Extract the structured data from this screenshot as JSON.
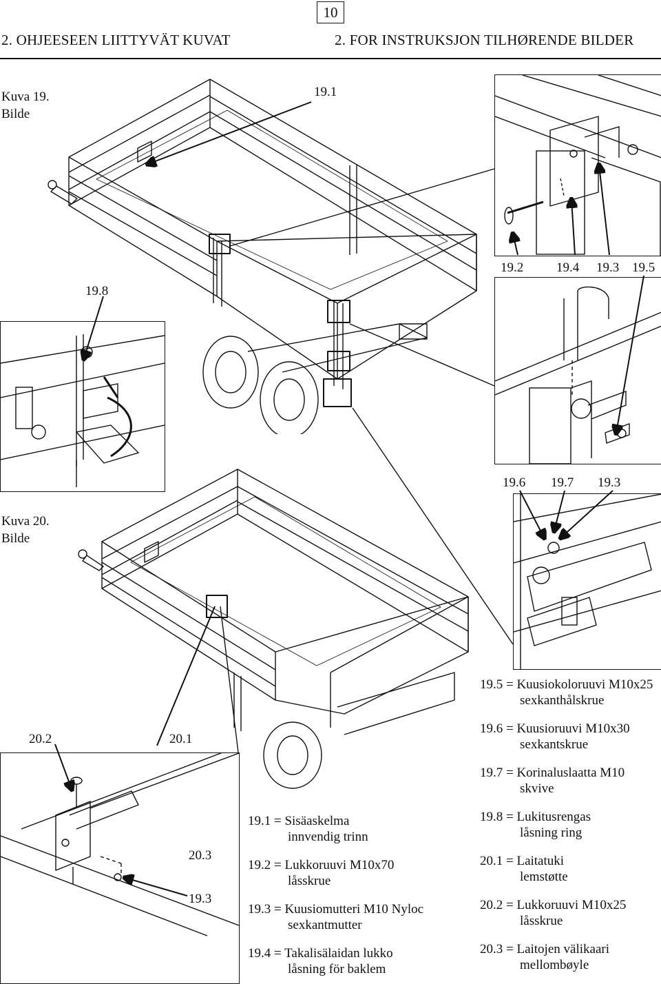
{
  "page_number": "10",
  "headings": {
    "left": "2. OHJEESEEN LIITTYVÄT KUVAT",
    "right": "2. FOR INSTRUKSJON TILHØRENDE BILDER"
  },
  "figure19": {
    "label_fi": "Kuva 19.",
    "label_no": "Bilde"
  },
  "figure20": {
    "label_fi": "Kuva 20.",
    "label_no": "Bilde"
  },
  "callouts": {
    "c19_1": "19.1",
    "c19_8": "19.8",
    "c19_2": "19.2",
    "c19_4": "19.4",
    "c19_3a": "19.3",
    "c19_5": "19.5",
    "c19_6": "19.6",
    "c19_7": "19.7",
    "c19_3b": "19.3",
    "c20_2": "20.2",
    "c20_1": "20.1",
    "c20_3": "20.3",
    "c19_3c": "19.3"
  },
  "legend_left": [
    {
      "main": "19.1 = Sisäaskelma",
      "sub": "innvendig trinn"
    },
    {
      "main": "19.2 = Lukkoruuvi M10x70",
      "sub": "låsskrue"
    },
    {
      "main": "19.3 = Kuusiomutteri M10 Nyloc",
      "sub": "sexkantmutter"
    },
    {
      "main": "19.4 = Takalisälaidan lukko",
      "sub": "låsning för baklem"
    }
  ],
  "legend_right": [
    {
      "main": "19.5 = Kuusiokoloruuvi M10x25",
      "sub": "sexkanthålskrue"
    },
    {
      "main": "19.6 = Kuusioruuvi  M10x30",
      "sub": "sexkantskrue"
    },
    {
      "main": "19.7 = Korinaluslaatta M10",
      "sub": "skvive"
    },
    {
      "main": "19.8 = Lukitusrengas",
      "sub": "låsning ring"
    },
    {
      "main": "20.1 = Laitatuki",
      "sub": "lemstøtte"
    },
    {
      "main": "20.2 = Lukkoruuvi M10x25",
      "sub": "låsskrue"
    },
    {
      "main": "20.3 = Laitojen välikaari",
      "sub": "mellombøyle"
    }
  ]
}
